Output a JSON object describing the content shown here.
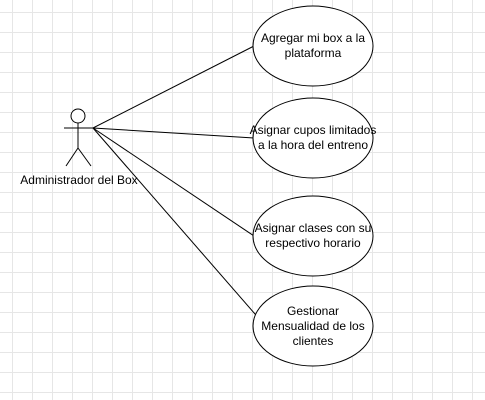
{
  "diagram": {
    "type": "use-case",
    "actor": {
      "label": "Administrador del Box"
    },
    "use_cases": [
      {
        "label": "Agregar mi box a la plataforma"
      },
      {
        "label": "Asignar cupos limitados a la hora del entreno"
      },
      {
        "label": "Asignar clases con su respectivo horario"
      },
      {
        "label": "Gestionar Mensualidad de los clientes"
      }
    ]
  }
}
